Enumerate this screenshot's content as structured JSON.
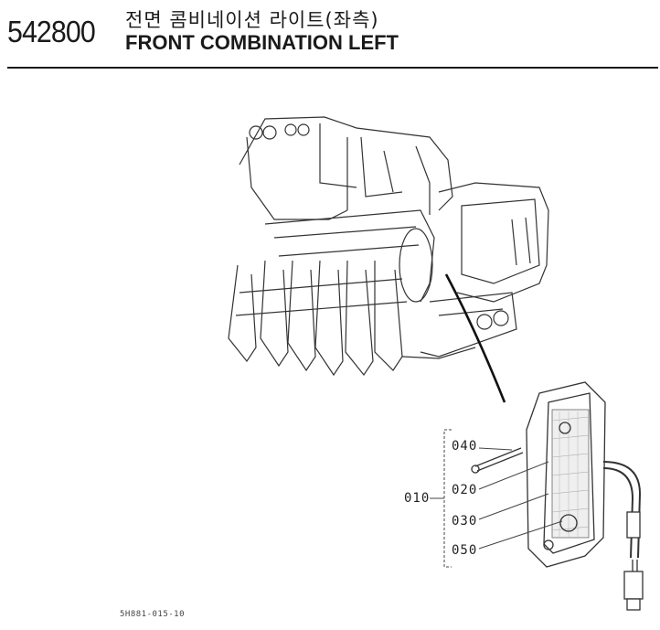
{
  "header": {
    "part_number": "542800",
    "title_korean": "전면 콤비네이션 라이트(좌측)",
    "title_english": "FRONT COMBINATION LEFT"
  },
  "callouts": {
    "assembly": "010",
    "items": [
      "040",
      "020",
      "030",
      "050"
    ]
  },
  "footer": {
    "drawing_code": "5H881-015-10"
  }
}
